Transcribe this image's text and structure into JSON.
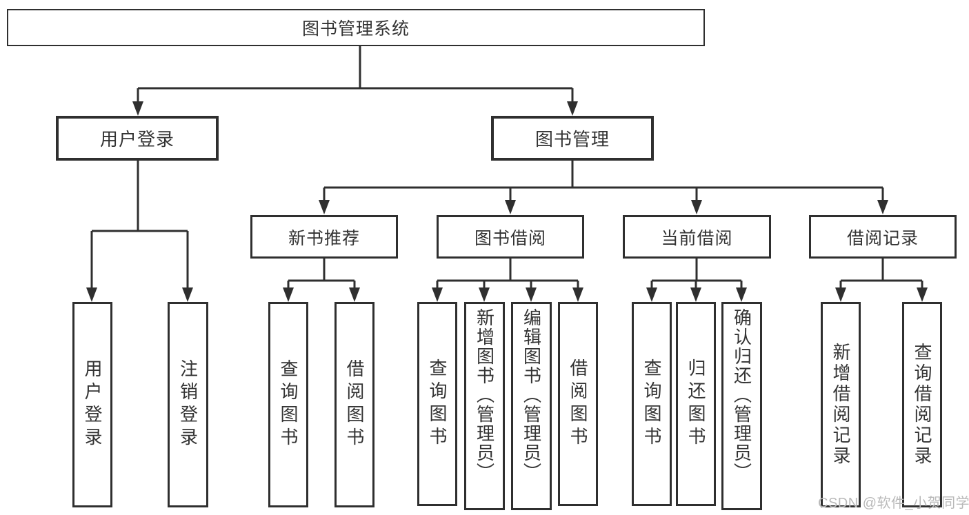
{
  "colors": {
    "line": "#2f2f2f",
    "text": "#333333",
    "background": "#ffffff",
    "watermark": "#b9b9b9"
  },
  "tree": {
    "root": "图书管理系统",
    "level2": {
      "user_login": "用户登录",
      "book_management": "图书管理"
    },
    "level3": {
      "new_book_recommend": "新书推荐",
      "book_borrow": "图书借阅",
      "current_borrow": "当前借阅",
      "borrow_records": "借阅记录"
    },
    "level4": {
      "user_login_children": [
        "用户登录",
        "注销登录"
      ],
      "new_book_children": [
        "查询图书",
        "借阅图书"
      ],
      "book_borrow_children": [
        "查询图书",
        "新增图书（管理员）",
        "编辑图书（管理员）",
        "借阅图书"
      ],
      "current_borrow_children": [
        "查询图书",
        "归还图书",
        "确认归还（管理员）"
      ],
      "borrow_records_children": [
        "新增借阅记录",
        "查询借阅记录"
      ]
    }
  },
  "watermark": "CSDN @软件_小贺同学"
}
